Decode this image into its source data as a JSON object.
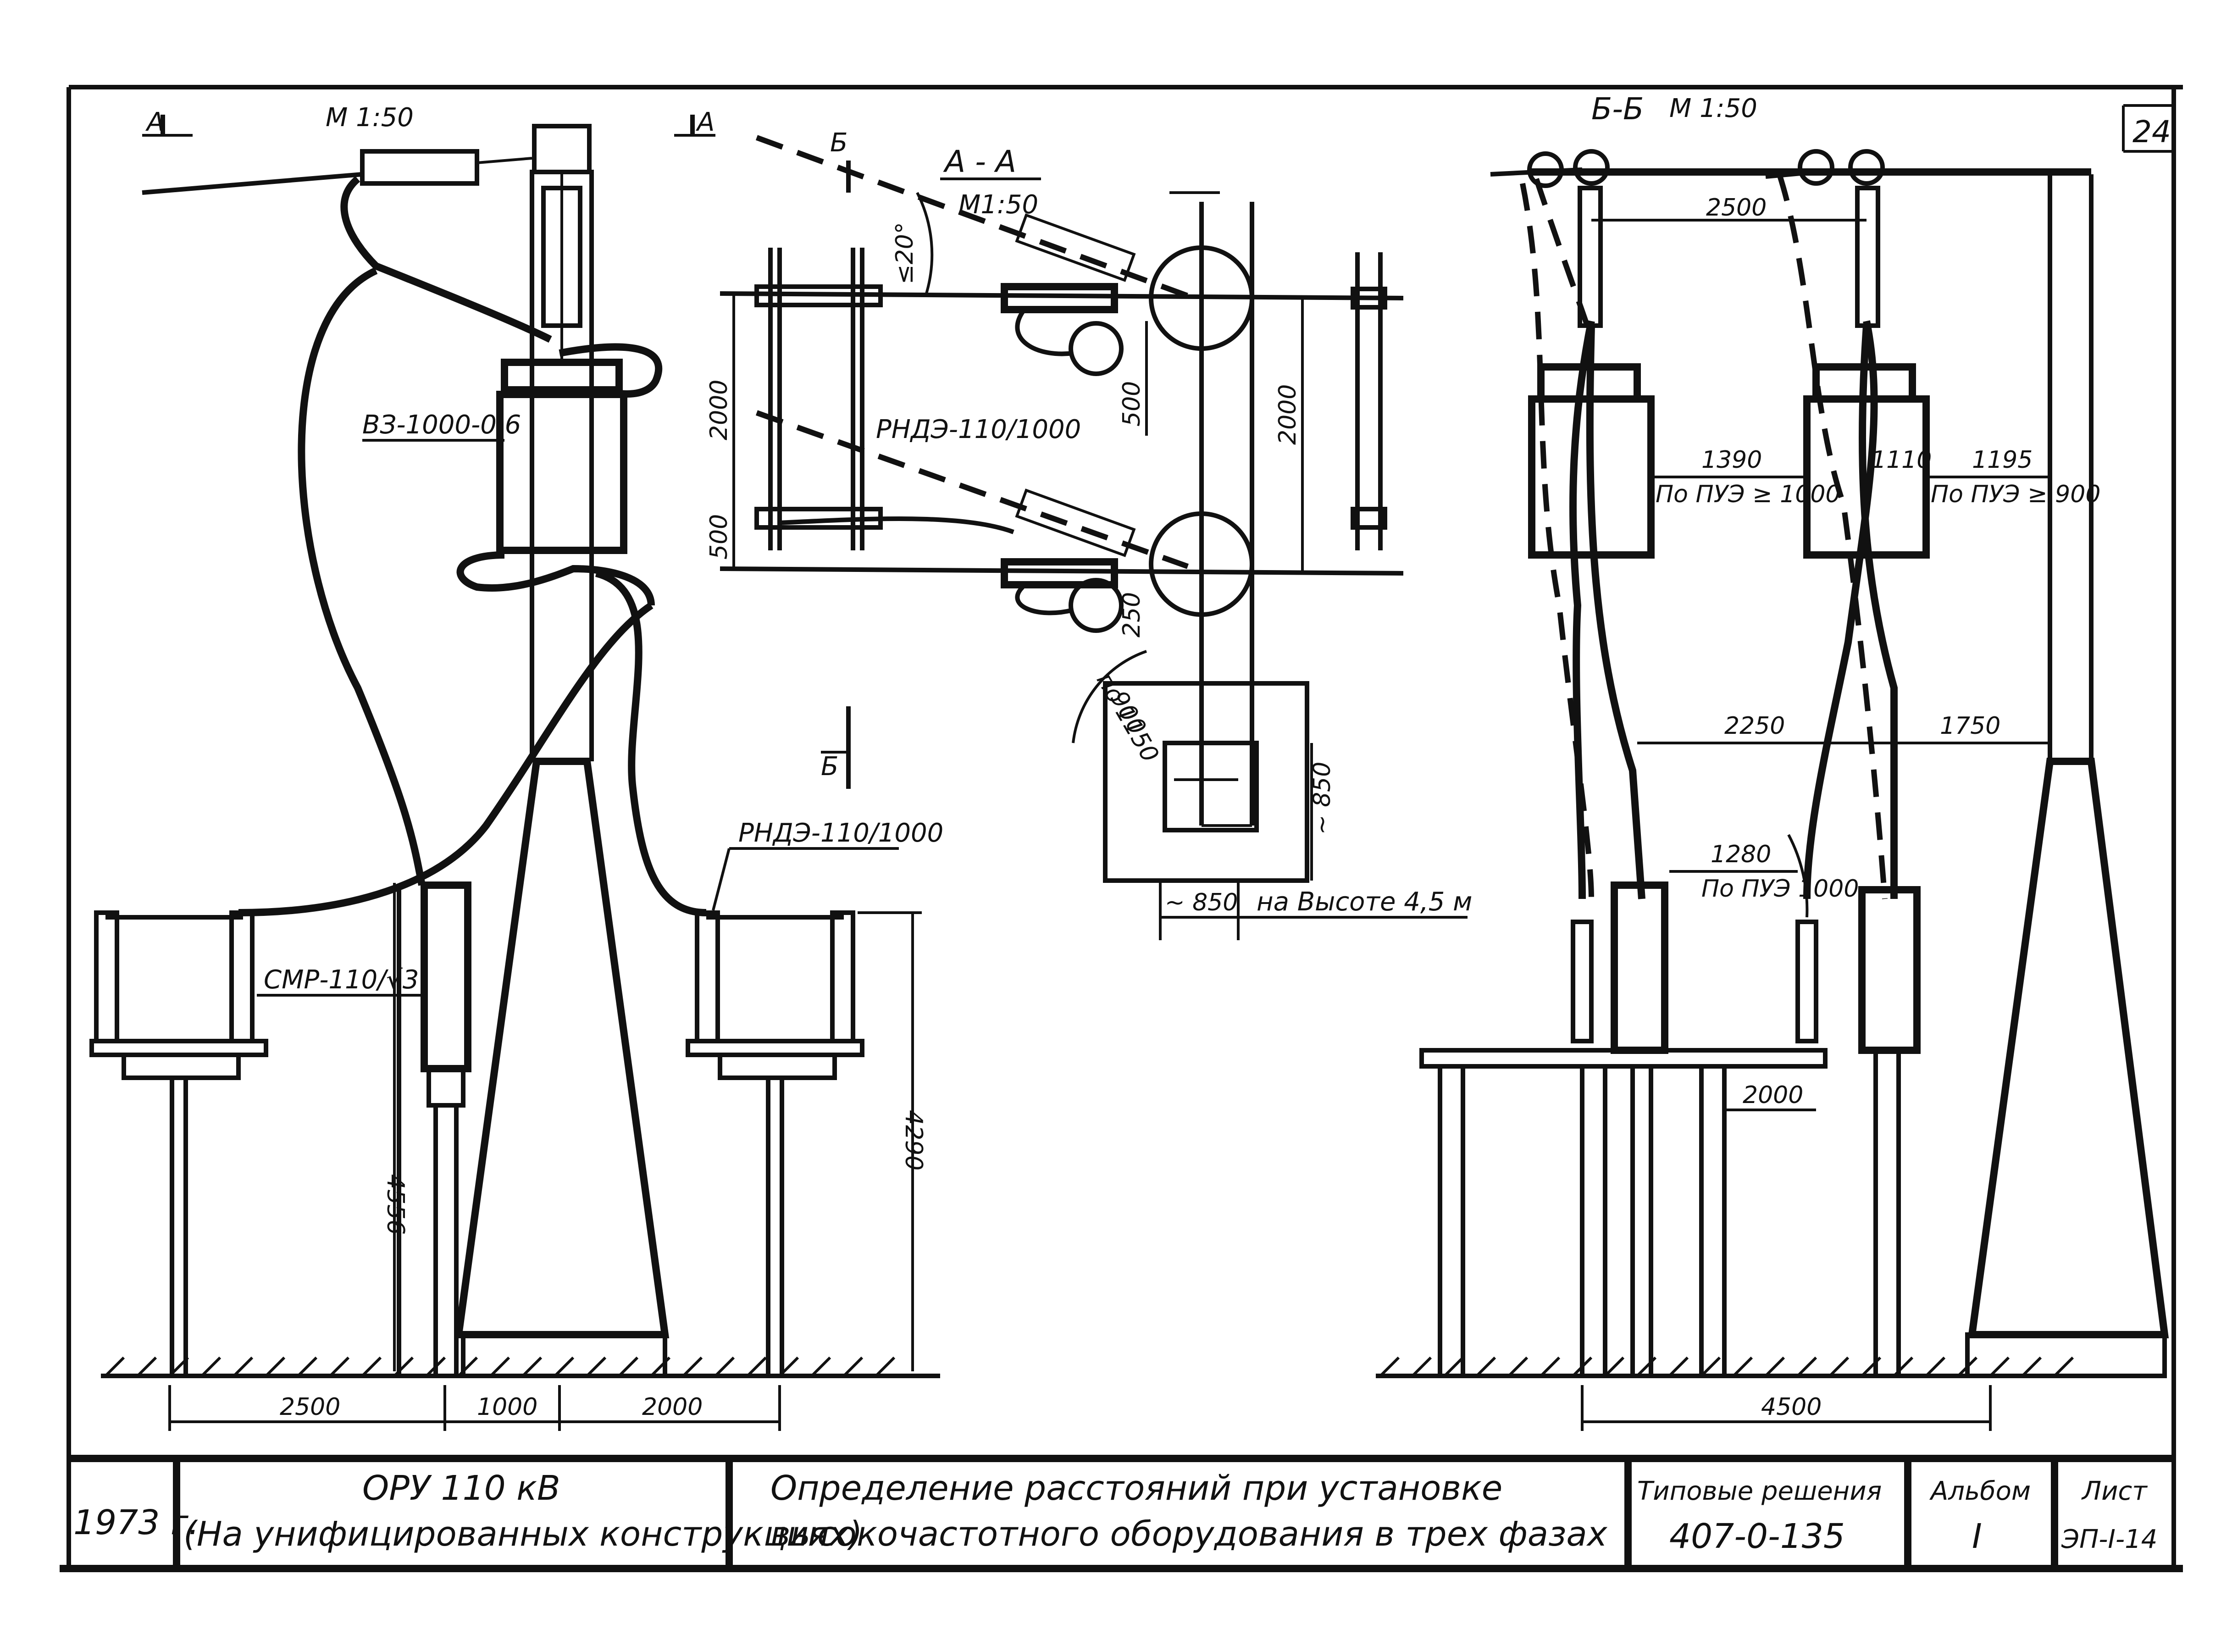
{
  "sheet_number": "24",
  "view_1": {
    "marker_a_left": "A",
    "marker_a_right": "A",
    "scale": "M 1:50",
    "disconnector_label": "ВЗ-1000-0,6",
    "capacitor_label": "СМР-110/√3",
    "trap_label": "РНДЭ-110/1000",
    "dim_4556": "4556",
    "dim_4290": "4290",
    "dim_2500": "2500",
    "dim_1000": "1000",
    "dim_2000": "2000"
  },
  "section_aa": {
    "title": "А - А",
    "scale": "М1:50",
    "marker_b_top": "Б",
    "marker_b_bottom": "Б",
    "angle": "≤20°",
    "trap_label": "РНДЭ-110/1000",
    "dim_2000_left": "2000",
    "dim_2000_right": "2000",
    "dim_500_left": "500",
    "dim_500_mid": "500",
    "dim_250": "250",
    "dim_900": "900",
    "dim_1150": "по 1150",
    "dim_850_v": "~ 850",
    "dim_850_h": "~ 850",
    "height_note": "на Высоте 4,5 м"
  },
  "section_bb": {
    "title": "Б-Б",
    "scale": "М 1:50",
    "dim_2500": "2500",
    "dim_1390": "1390",
    "dim_1110": "1110",
    "dim_1195": "1195",
    "pue_1000": "По ПУЭ ≥ 1000",
    "pue_900": "По ПУЭ ≥ 900",
    "dim_2250": "2250",
    "dim_1750": "1750",
    "dim_1280": "1280",
    "pue_1000b": "По ПУЭ 1000",
    "dim_2000": "2000",
    "dim_4500": "4500"
  },
  "title_block": {
    "year": "1973 г.",
    "object_line1": "ОРУ 110 кВ",
    "object_line2": "(На унифицированных конструкциях)",
    "title_line1": "Определение   расстояний   при   установке",
    "title_line2": "высокочастотного  оборудования  в  трех  фазах",
    "series_label": "Типовые решения",
    "series_number": "407-0-135",
    "album_label": "Альбом",
    "album_value": "I",
    "sheet_label": "Лист",
    "sheet_value": "ЭП-I-14"
  }
}
